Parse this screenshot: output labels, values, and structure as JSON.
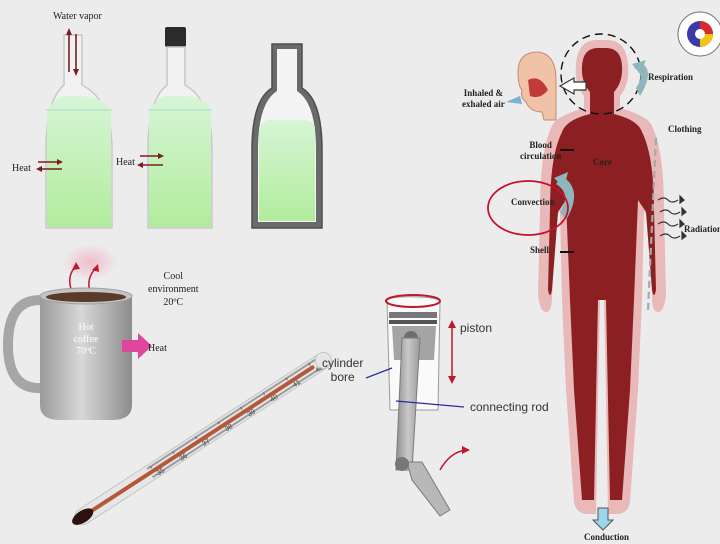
{
  "bottles": {
    "water_vapor": "Water vapor",
    "heat_open": "Heat",
    "heat_closed": "Heat"
  },
  "coffee": {
    "mug_line1": "Hot",
    "mug_line2": "coffee",
    "mug_line3": "70ºC",
    "env_line1": "Cool",
    "env_line2": "environment",
    "env_line3": "20ºC",
    "heat": "Heat"
  },
  "thermometer": {
    "ticks": [
      "35",
      "36",
      "37",
      "38",
      "39",
      "40",
      "41",
      "42"
    ]
  },
  "engine": {
    "piston": "piston",
    "cylinder_line1": "cylinder",
    "cylinder_line2": "bore",
    "connecting_rod": "connecting rod"
  },
  "body": {
    "respiration": "Respiration",
    "inhaled_line1": "Inhaled &",
    "inhaled_line2": "exhaled air",
    "blood_line1": "Blood",
    "blood_line2": "circulation",
    "core": "Core",
    "clothing": "Clothing",
    "convection": "Convection",
    "radiation": "Radiation",
    "shell": "Shell",
    "conduction": "Conduction"
  },
  "colors": {
    "liquid": "#bdf0bc",
    "body_core": "#8b1f22",
    "body_shell": "#e9b8b8",
    "annotation_red": "#c8102e",
    "callout_blue": "#2a2aa8"
  }
}
